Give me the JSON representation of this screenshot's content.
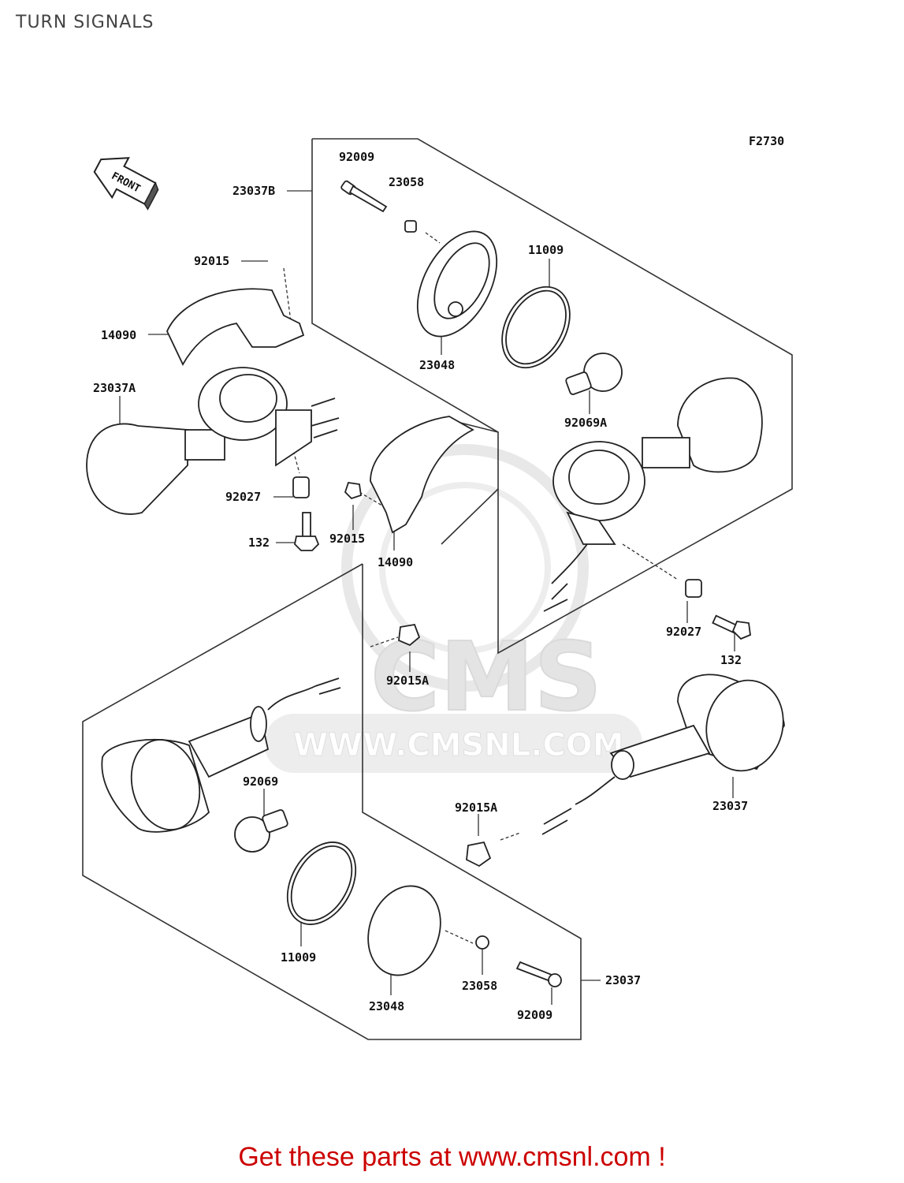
{
  "page": {
    "title": "TURN SIGNALS",
    "figure_code": "F2730",
    "front_label": "FRONT",
    "footer": "Get these parts at www.cmsnl.com !"
  },
  "watermark": {
    "brand": "CMS",
    "url": "WWW.CMSNL.COM"
  },
  "colors": {
    "footer": "#cc0000",
    "line": "#222222",
    "watermark": "#e2e2e2"
  },
  "parts": {
    "p23037B": "23037B",
    "p92009_top": "92009",
    "p23058_top": "23058",
    "p11009_top": "11009",
    "p23048_top": "23048",
    "p92069A": "92069A",
    "p92015_a": "92015",
    "p14090_a": "14090",
    "p23037A": "23037A",
    "p92027_a": "92027",
    "p132_a": "132",
    "p92015_b": "92015",
    "p14090_b": "14090",
    "p92027_b": "92027",
    "p132_b": "132",
    "p92015A_a": "92015A",
    "p92069": "92069",
    "p23037_right": "23037",
    "p92015A_b": "92015A",
    "p11009_bottom": "11009",
    "p23048_bottom": "23048",
    "p23058_bottom": "23058",
    "p92009_bottom": "92009",
    "p23037_bottom": "23037"
  }
}
